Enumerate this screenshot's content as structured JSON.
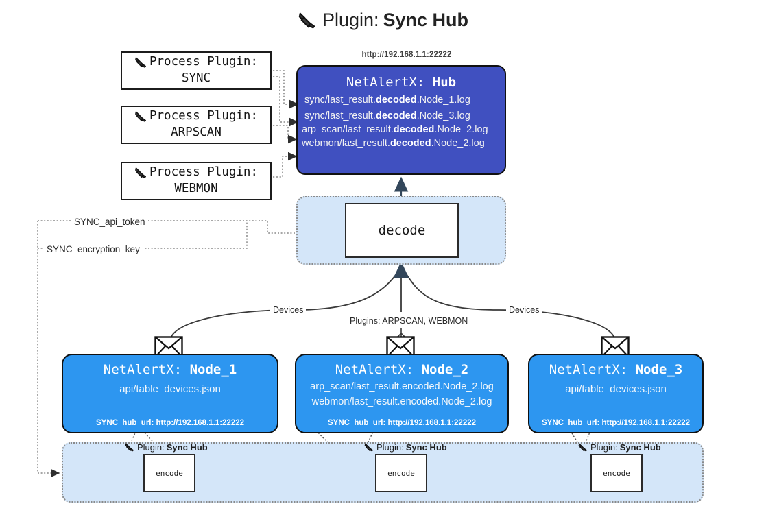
{
  "title": {
    "icon": "plug-icon",
    "prefix": "Plugin: ",
    "name": "Sync Hub"
  },
  "process_plugins": [
    {
      "icon": "plug-icon",
      "line1": "Process Plugin:",
      "line2": "SYNC"
    },
    {
      "icon": "plug-icon",
      "line1": "Process Plugin:",
      "line2": "ARPSCAN"
    },
    {
      "icon": "plug-icon",
      "line1": "Process Plugin:",
      "line2": "WEBMON"
    }
  ],
  "hub": {
    "url": "http://192.168.1.1:22222",
    "title_prefix": "NetAlertX: ",
    "title_name": "Hub",
    "logs": [
      {
        "pre": "sync/last_result.",
        "mid": "decoded",
        "post": ".Node_1.log"
      },
      {
        "pre": "sync/last_result.",
        "mid": "decoded",
        "post": ".Node_3.log"
      },
      {
        "pre": "arp_scan/last_result.",
        "mid": "decoded",
        "post": ".Node_2.log"
      },
      {
        "pre": "webmon/last_result.",
        "mid": "decoded",
        "post": ".Node_2.log"
      }
    ]
  },
  "decode": {
    "label": "decode"
  },
  "tokens": {
    "api_token": "SYNC_api_token",
    "encryption_key": "SYNC_encryption_key"
  },
  "edge_labels": {
    "devices_left": "Devices",
    "devices_right": "Devices",
    "plugins_center": "Plugins: ARPSCAN, WEBMON"
  },
  "nodes": [
    {
      "envelope_icon": "envelope-icon",
      "title_prefix": "NetAlertX: ",
      "title_name": "Node_1",
      "lines": [
        {
          "pre": "api/table_devices.json",
          "mid": "",
          "post": ""
        }
      ],
      "hub_url": "SYNC_hub_url: http://192.168.1.1:22222"
    },
    {
      "envelope_icon": "envelope-icon",
      "title_prefix": "NetAlertX: ",
      "title_name": "Node_2",
      "lines": [
        {
          "pre": "arp_scan/last_result.encoded.Node_2.log",
          "mid": "",
          "post": ""
        },
        {
          "pre": "webmon/last_result.encoded.Node_2.log",
          "mid": "",
          "post": ""
        }
      ],
      "hub_url": "SYNC_hub_url: http://192.168.1.1:22222"
    },
    {
      "envelope_icon": "envelope-icon",
      "title_prefix": "NetAlertX: ",
      "title_name": "Node_3",
      "lines": [
        {
          "pre": "api/table_devices.json",
          "mid": "",
          "post": ""
        }
      ],
      "hub_url": "SYNC_hub_url: http://192.168.1.1:22222"
    }
  ],
  "encoders": [
    {
      "icon": "plug-icon",
      "label_prefix": "Plugin: ",
      "label_name": "Sync Hub",
      "box_label": "encode"
    },
    {
      "icon": "plug-icon",
      "label_prefix": "Plugin: ",
      "label_name": "Sync Hub",
      "box_label": "encode"
    },
    {
      "icon": "plug-icon",
      "label_prefix": "Plugin: ",
      "label_name": "Sync Hub",
      "box_label": "encode"
    }
  ],
  "colors": {
    "hub_fill": "#4050c0",
    "node_fill": "#2d96f0",
    "panel_fill": "#d4e6f9",
    "line": "#3a3a3a",
    "dotted": "#8a8a8a"
  }
}
